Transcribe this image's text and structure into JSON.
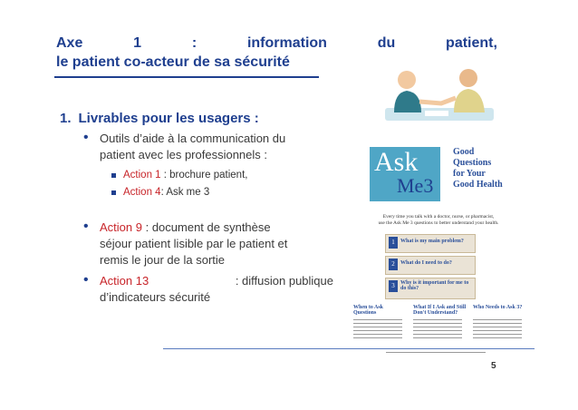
{
  "title": {
    "line1_words": [
      "Axe",
      "1",
      ":",
      "information",
      "du",
      "patient,"
    ],
    "line2": "le patient co-acteur de sa sécurité"
  },
  "section": {
    "number": "1.",
    "heading": "Livrables pour les usagers :"
  },
  "bullet1": {
    "line1": "Outils d’aide à la communication du",
    "line2": "patient avec les professionnels :",
    "sub": [
      {
        "action": "Action 1",
        "rest": " : brochure patient,"
      },
      {
        "action": "Action 4",
        "rest": ": Ask me 3"
      }
    ]
  },
  "bullet2": {
    "action": "Action 9",
    "rest1": " : document de synthèse",
    "line2": "séjour patient lisible par le patient et",
    "line3": "remis le jour de la sortie"
  },
  "bullet3": {
    "action": "Action 13",
    "rest1": " : diffusion publique",
    "line2": "d’indicateurs sécurité"
  },
  "page_number": "5",
  "leaflet": {
    "ask": "Ask",
    "me": "Me3",
    "good": [
      "Good",
      "Questions",
      "for Your",
      "Good Health"
    ],
    "intro1": "Every time you talk with a doctor, nurse, or pharmacist,",
    "intro2": "use the Ask Me 3 questions to better understand your health.",
    "questions": [
      {
        "n": "1",
        "q": "What is my main problem?"
      },
      {
        "n": "2",
        "q": "What do I need to do?"
      },
      {
        "n": "3",
        "q": "Why is it important for me to do this?"
      }
    ],
    "columns": [
      "When to Ask Questions",
      "What If I Ask and Still Don't Understand?",
      "Who Needs to Ask 3?"
    ]
  },
  "colors": {
    "title": "#1f3f8f",
    "action": "#c8252a",
    "text": "#3a3a3a",
    "leaflet_blue": "#4fa6c6"
  }
}
